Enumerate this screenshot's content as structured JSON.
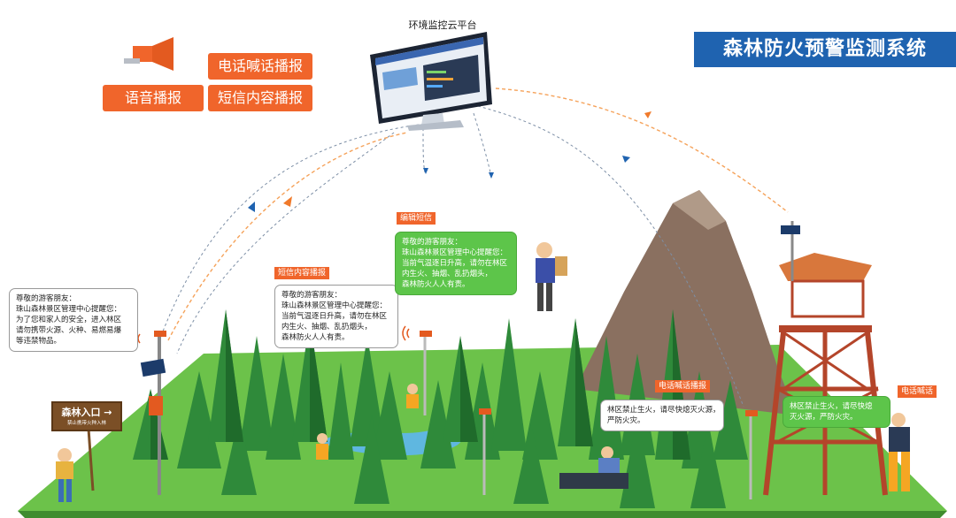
{
  "title": "森林防火预警监测系统",
  "platform": {
    "label": "环境监控云平台"
  },
  "broadcast": {
    "speaker_icon": "speaker-icon",
    "voice": "语音播报",
    "phone_shout": "电话喊话播报",
    "sms_content": "短信内容播报"
  },
  "tags": {
    "edit_sms": "编辑短信",
    "sms_broadcast": "短信内容播报",
    "phone_broadcast": "电话喊话播报",
    "phone_shout": "电话喊话"
  },
  "bubbles": {
    "left": [
      "尊敬的游客朋友：",
      "珠山森林景区管理中心提醒您：",
      "为了您和家人的安全，进入林区",
      "请勿携带火源、火种、易燃易爆",
      "等违禁物品。"
    ],
    "middle": [
      "尊敬的游客朋友：",
      "珠山森林景区管理中心提醒您：",
      "当前气温逐日升高，请勿在林区",
      "内生火、抽烟、乱扔烟头，",
      "森林防火人人有责。"
    ],
    "green": [
      "尊敬的游客朋友：",
      "珠山森林景区管理中心提醒您：",
      "当前气温逐日升高，请勿在林区",
      "内生火、抽烟、乱扔烟头，",
      "森林防火人人有责。"
    ],
    "right": [
      "林区禁止生火，请尽快熄灭火源，",
      "严防火灾。"
    ],
    "far_right": [
      "林区禁止生火，请尽快熄",
      "灭火源，严防火灾。"
    ]
  },
  "sign": {
    "main": "森林入口 →",
    "sub": "禁止携带火种入林"
  },
  "colors": {
    "title_bg": "#1f63b0",
    "accent": "#f0652b",
    "green": "#5dc54a",
    "grass": "#5bb83a",
    "tree": "#2f8a3a"
  }
}
